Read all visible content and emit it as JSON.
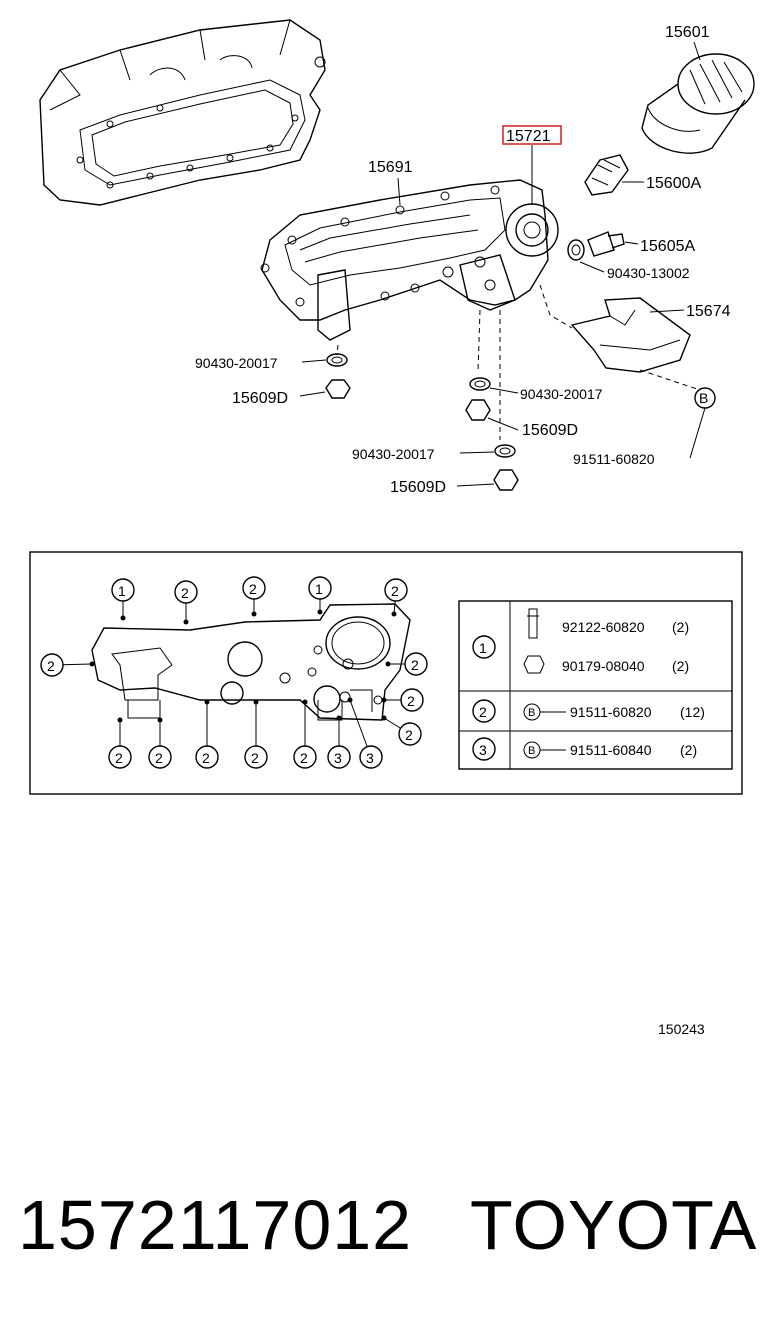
{
  "callouts": {
    "oil_filter": "15601",
    "oil_cooler_cover": "15721",
    "oil_cooler_assembly": "15691",
    "oil_pressure_switch": "15600A",
    "union_bolt": "15605A",
    "gasket_13002": "90430-13002",
    "baffle_plate": "15674",
    "gasket_a": "90430-20017",
    "plug_a": "15609D",
    "gasket_b": "90430-20017",
    "plug_b": "15609D",
    "gasket_c": "90430-20017",
    "plug_c": "15609D",
    "bolt_b": "91511-60820",
    "ref_b": "B"
  },
  "inset": {
    "markers": [
      "1",
      "2",
      "3"
    ],
    "legend": [
      {
        "index": "1",
        "rows": [
          {
            "part": "92122-60820",
            "qty": "(2)"
          },
          {
            "part": "90179-08040",
            "qty": "(2)"
          }
        ]
      },
      {
        "index": "2",
        "rows": [
          {
            "mark": "B",
            "part": "91511-60820",
            "qty": "(12)"
          }
        ]
      },
      {
        "index": "3",
        "rows": [
          {
            "mark": "B",
            "part": "91511-60840",
            "qty": "(2)"
          }
        ]
      }
    ]
  },
  "figure_number": "150243",
  "footer": {
    "part_number": "1572117012",
    "brand": "TOYOTA"
  },
  "colors": {
    "highlight": "#d32f2f",
    "line": "#000000"
  }
}
